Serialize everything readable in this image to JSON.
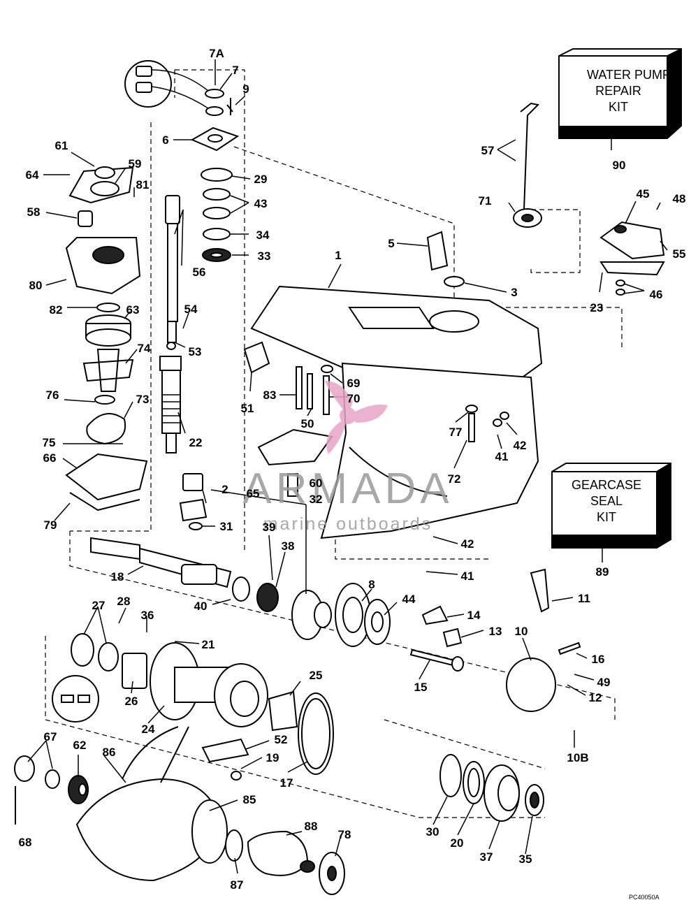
{
  "labels": {
    "l7A": "7A",
    "l7": "7",
    "l9": "9",
    "l6": "6",
    "l29": "29",
    "l43": "43",
    "l34": "34",
    "l33": "33",
    "l61": "61",
    "l64": "64",
    "l59": "59",
    "l81": "81",
    "l58": "58",
    "l80": "80",
    "l82": "82",
    "l63": "63",
    "l74": "74",
    "l76": "76",
    "l73": "73",
    "l75": "75",
    "l66": "66",
    "l79": "79",
    "l56": "56",
    "l54": "54",
    "l53": "53",
    "l22": "22",
    "l2": "2",
    "l32": "32",
    "l31": "31",
    "l1": "1",
    "l5": "5",
    "l3": "3",
    "l57": "57",
    "l71": "71",
    "l90": "90",
    "l45": "45",
    "l48": "48",
    "l55": "55",
    "l23": "23",
    "l46": "46",
    "l51": "51",
    "l83": "83",
    "l69": "69",
    "l70": "70",
    "l50": "50",
    "l77": "77",
    "l41a": "41",
    "l42a": "42",
    "l72": "72",
    "l60": "60",
    "l65": "65",
    "l89": "89",
    "l39": "39",
    "l38": "38",
    "l42b": "42",
    "l41b": "41",
    "l18": "18",
    "l40": "40",
    "l8": "8",
    "l44": "44",
    "l11": "11",
    "l14": "14",
    "l13": "13",
    "l10": "10",
    "l16": "16",
    "l49": "49",
    "l12": "12",
    "l15": "15",
    "l27": "27",
    "l28": "28",
    "l36": "36",
    "l21": "21",
    "l26": "26",
    "l24": "24",
    "l25": "25",
    "l52": "52",
    "l19": "19",
    "l17": "17",
    "l10B": "10B",
    "l67": "67",
    "l62": "62",
    "l86": "86",
    "l68": "68",
    "l85": "85",
    "l88": "88",
    "l78": "78",
    "l87": "87",
    "l30": "30",
    "l20": "20",
    "l37": "37",
    "l35": "35"
  },
  "water_pump_kit": {
    "line1": "WATER PUMP",
    "line2": "REPAIR",
    "line3": "KIT"
  },
  "gearcase_seal_kit": {
    "line1": "GEARCASE",
    "line2": "SEAL",
    "line3": "KIT"
  },
  "watermark": {
    "brand": "ARMADA",
    "tagline": "marine outboards",
    "color": "#e8a5c8"
  },
  "footer_code": "PC40050A"
}
